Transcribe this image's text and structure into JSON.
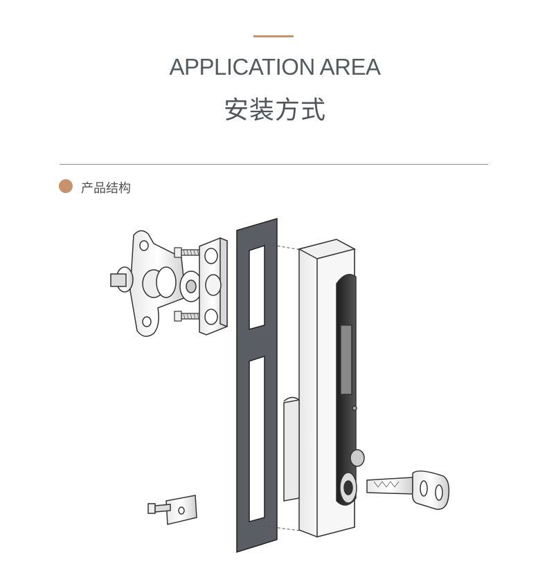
{
  "header": {
    "title_en": "APPLICATION AREA",
    "title_zh": "安装方式",
    "accent_color": "#c8926a"
  },
  "section": {
    "label": "产品结构",
    "bullet_color": "#c8926a"
  },
  "illustration": {
    "parts": [
      "mounting-bracket",
      "screw",
      "lock-cam-block",
      "door-panel",
      "lock-handle-body",
      "key",
      "small-clamp-plate"
    ]
  }
}
